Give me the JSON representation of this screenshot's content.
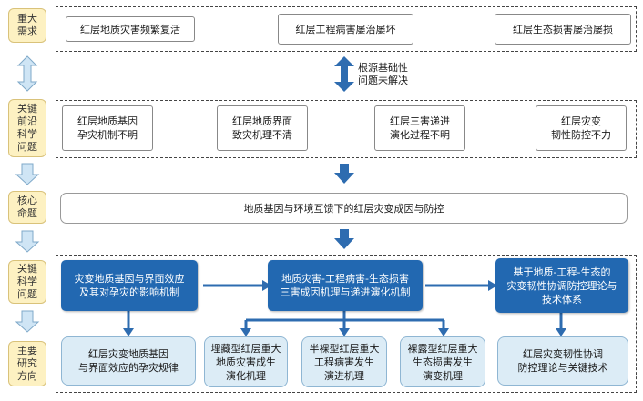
{
  "left_labels": [
    "重大\n需求",
    "关键\n前沿\n科学\n问题",
    "核心\n命题",
    "关键\n科学\n问题",
    "主要\n研究\n方向"
  ],
  "major_needs": [
    "红层地质灾害频繁复活",
    "红层工程病害屡治屡坏",
    "红层生态损害屡治屡损"
  ],
  "arrow_note": "根源基础性\n问题未解决",
  "frontier_questions": [
    "红层地质基因\n孕灾机制不明",
    "红层地质界面\n致灾机理不清",
    "红层三害递进\n演化过程不明",
    "红层灾变\n韧性防控不力"
  ],
  "core_proposition": "地质基因与环境互馈下的红层灾变成因与防控",
  "key_questions": [
    "灾变地质基因与界面效应\n及其对孕灾的影响机制",
    "地质灾害-工程病害-生态损害\n三害成因机理与递进演化机制",
    "基于地质-工程-生态的\n灾变韧性协调防控理论与\n技术体系"
  ],
  "directions": [
    "红层灾变地质基因\n与界面效应的孕灾规律",
    "埋藏型红层重大\n地质灾害成生\n演化机理",
    "半裸型红层重大\n工程病害发生\n演进机理",
    "裸露型红层重大\n生态损害发生\n演变机理",
    "红层灾变韧性协调\n防控理论与关键技术"
  ],
  "colors": {
    "label_fill": "#fdf1c2",
    "key_question_fill": "#2268b1",
    "direction_fill": "#dcecf6",
    "arrow_dark": "#2e6cb0",
    "arrow_light": "#cfe5f5"
  }
}
